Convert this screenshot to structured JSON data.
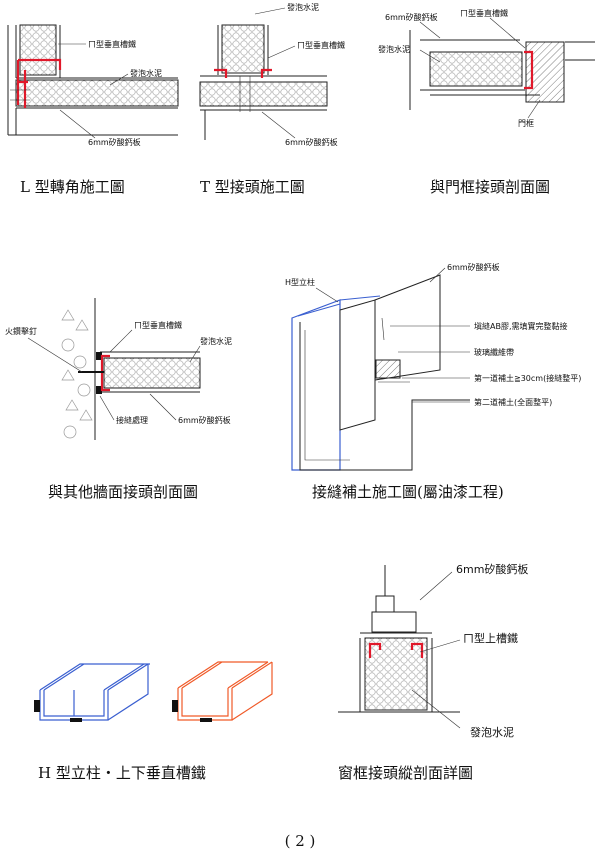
{
  "captions": {
    "l_corner": "L 型轉角施工圖",
    "t_joint": "T 型接頭施工圖",
    "door_frame": "與門框接頭剖面圖",
    "other_wall": "與其他牆面接頭剖面圖",
    "joint_fill": "接縫補土施工圖(屬油漆工程)",
    "h_stud": "H 型立柱・上下垂直槽鐵",
    "window_frame": "窗框接頭縱剖面詳圖"
  },
  "labels": {
    "u_channel": "ㄇ型垂直槽鐵",
    "foam_cement": "發泡水泥",
    "board": "6mm矽酸鈣板",
    "door_frame": "門框",
    "anchor": "火鑽擊釘",
    "joint_treat": "接縫處理",
    "h_stud": "H型立柱",
    "ab_glue": "塡縫AB膠,需填實完整黏接",
    "fiber_tape": "玻璃纖維帶",
    "fill_1": "第一道補土≧30cm(接縫整平)",
    "fill_2": "第二道補土(全面整平)",
    "u_top_channel": "ㄇ型上槽鐵"
  },
  "page_number": "( 2 )",
  "colors": {
    "channel_red": "#e0182a",
    "stud_blue": "#3a5fd0",
    "channel_orange": "#f05a28"
  }
}
